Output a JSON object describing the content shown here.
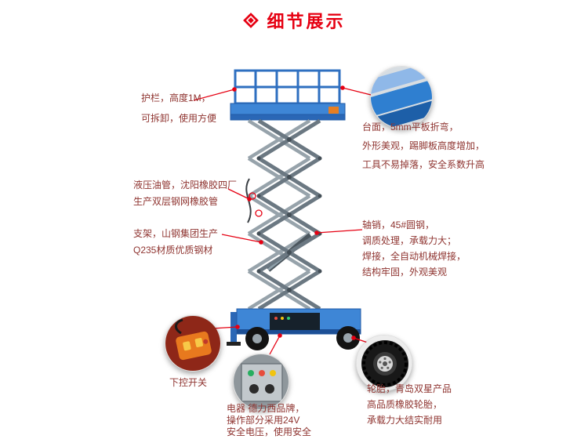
{
  "header": {
    "title": "细节展示",
    "icon": "diamond-icon"
  },
  "annotations": {
    "guardrail": {
      "text": "护栏，高度1M，\n可拆卸，使用方便"
    },
    "platform": {
      "text": "台面，5mm平板折弯，\n外形美观，踢脚板高度增加，\n工具不易掉落，安全系数升高"
    },
    "hose": {
      "text": "液压油管，沈阳橡胶四厂\n生产双层钢网橡胶管"
    },
    "frame": {
      "text": "支架，山钢集团生产\nQ235材质优质钢材"
    },
    "pin": {
      "text": "轴销，45#圆钢，\n调质处理，承载力大；\n焊接，全自动机械焊接，\n结构牢固，外观美观"
    },
    "switch": {
      "text": "下控开关"
    },
    "electric": {
      "text": "电器 德力西品牌，\n操作部分采用24V\n安全电压，使用安全"
    },
    "tire": {
      "text": "轮胎，青岛双星产品\n高品质橡胶轮胎，\n承载力大结实耐用"
    }
  },
  "detail_images": [
    "platform-edge-photo",
    "remote-control-photo",
    "electric-panel-photo",
    "tire-photo"
  ],
  "colors": {
    "accent": "#e60012",
    "label_text": "#8f3430",
    "machine_blue": "#3e86d6",
    "machine_blue_dark": "#2a67b6",
    "scissor_gray": "#6b7882"
  }
}
